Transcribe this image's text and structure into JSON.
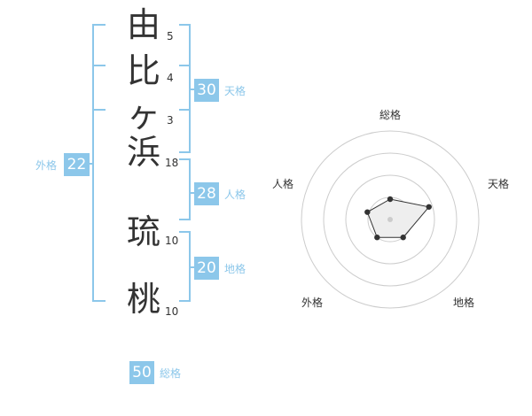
{
  "name": {
    "chars": [
      {
        "char": "由",
        "strokes": "5"
      },
      {
        "char": "比",
        "strokes": "4"
      },
      {
        "char": "ヶ",
        "strokes": "3"
      },
      {
        "char": "浜",
        "strokes": "18"
      },
      {
        "char": "琉",
        "strokes": "10"
      },
      {
        "char": "桃",
        "strokes": "10"
      }
    ]
  },
  "fortune": {
    "tenkaku": {
      "label": "天格",
      "value": "30"
    },
    "jinkaku": {
      "label": "人格",
      "value": "28"
    },
    "chikaku": {
      "label": "地格",
      "value": "20"
    },
    "gaikaku": {
      "label": "外格",
      "value": "22"
    },
    "soukaku": {
      "label": "総格",
      "value": "50"
    }
  },
  "radar": {
    "axes": [
      "総格",
      "天格",
      "地格",
      "外格",
      "人格"
    ],
    "levels": 4,
    "values": [
      0.23,
      0.46,
      0.25,
      0.25,
      0.27
    ]
  },
  "colors": {
    "accent": "#8cc7ea",
    "text": "#333333",
    "ring": "#cccccc",
    "polygon_fill": "#eeeeee",
    "marker": "#333333"
  }
}
